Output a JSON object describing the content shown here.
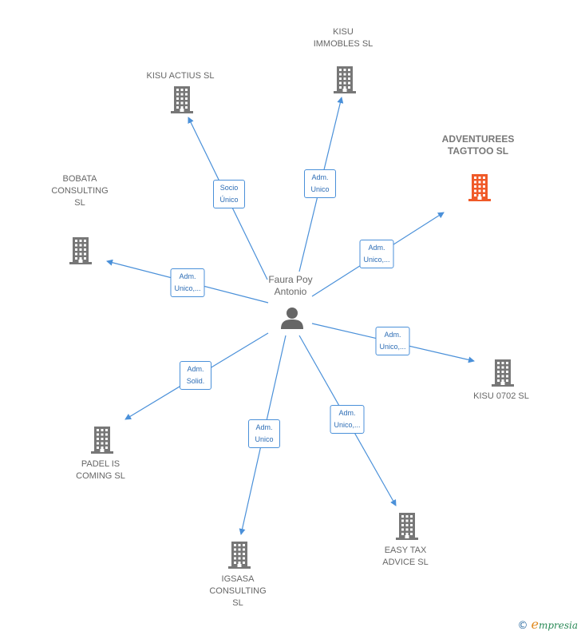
{
  "center": {
    "name": "Faura Poy\nAntonio",
    "icon": "person-icon"
  },
  "companies": [
    {
      "id": "kisu-actius",
      "name": "KISU ACTIUS  SL",
      "role": "Socio\nÚnico",
      "icon": "building-icon",
      "highlight": false
    },
    {
      "id": "kisu-immobles",
      "name": "KISU\nIMMOBLES  SL",
      "role": "Adm.\nUnico",
      "icon": "building-icon",
      "highlight": false
    },
    {
      "id": "adventurees",
      "name": "ADVENTUREES\nTAGTTOO  SL",
      "role": "Adm.\nUnico,...",
      "icon": "building-icon",
      "highlight": true
    },
    {
      "id": "bobata",
      "name": "BOBATA\nCONSULTING\nSL",
      "role": "Adm.\nUnico,...",
      "icon": "building-icon",
      "highlight": false
    },
    {
      "id": "kisu-0702",
      "name": "KISU 0702  SL",
      "role": "Adm.\nUnico,...",
      "icon": "building-icon",
      "highlight": false
    },
    {
      "id": "padel",
      "name": "PADEL IS\nCOMING  SL",
      "role": "Adm.\nSolid.",
      "icon": "building-icon",
      "highlight": false
    },
    {
      "id": "igsasa",
      "name": "IGSASA\nCONSULTING\nSL",
      "role": "Adm.\nUnico",
      "icon": "building-icon",
      "highlight": false
    },
    {
      "id": "easy-tax",
      "name": "EASY TAX\nADVICE  SL",
      "role": "Adm.\nUnico,...",
      "icon": "building-icon",
      "highlight": false
    }
  ],
  "colors": {
    "edge": "#4a90d9",
    "building": "#777777",
    "building_highlight": "#f05a28",
    "person": "#666666"
  },
  "brand": {
    "copyright": "©",
    "initial": "e",
    "rest": "mpresia"
  }
}
